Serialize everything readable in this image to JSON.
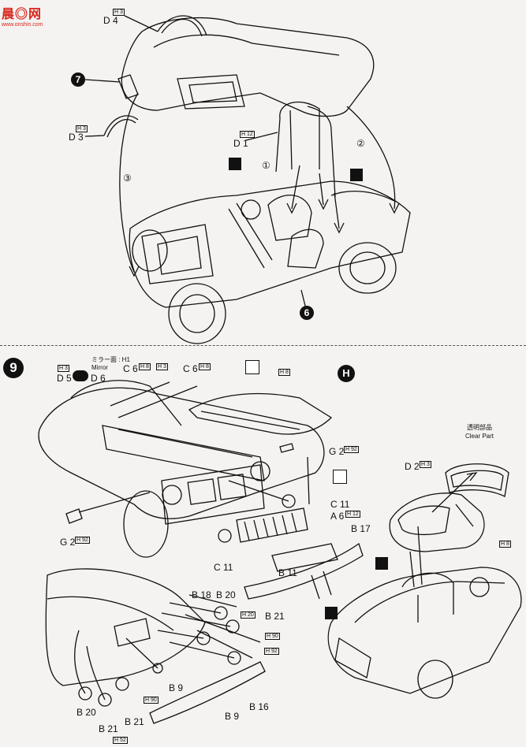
{
  "watermark": {
    "brand": "晨◎网",
    "url": "www.onshin.com"
  },
  "step8": {
    "parts": {
      "d4": "D 4",
      "d4_h": "H 3",
      "d3": "D 3",
      "d3_h": "H 3",
      "d1": "D 1",
      "d1_h": "H 12"
    },
    "markers": {
      "seven": "7",
      "six": "6"
    },
    "arrows": {
      "one": "①",
      "two": "②",
      "three": "③"
    }
  },
  "step9": {
    "number": "9",
    "h_marker": "H",
    "mirror_note": "ミラー面 : H",
    "mirror_h": "1",
    "mirror_en": "Mirror",
    "clear_jp": "透明部品",
    "clear_en": "Clear Part",
    "parts": {
      "d5": "D 5",
      "d5_h": "H 3",
      "d6": "D 6",
      "c6a": "C 6",
      "c6a_h": "H 8",
      "c6b_h": "H 3",
      "c6c": "C 6",
      "c6c_h": "H 8",
      "hood_h": "H 8",
      "g2a": "G 2",
      "g2a_h": "H 92",
      "c11a": "C 11",
      "a6": "A 6",
      "a6_h": "H 12",
      "b17": "B 17",
      "g2b": "G 2",
      "g2b_h": "H 92",
      "c11b": "C 11",
      "b11": "B 11",
      "d2": "D 2",
      "d2_h": "H 3",
      "h8_top": "H 8",
      "b18": "B 18",
      "b20a": "B 20",
      "h20a": "H 20",
      "b21a": "B 21",
      "h90a": "H 90",
      "h92": "H 92",
      "b9a": "B 9",
      "b9b": "B 9",
      "b16": "B 16",
      "b20b": "B 20",
      "h90b": "H 90",
      "b21b": "B 21",
      "b21c": "B 21",
      "h52": "H 52"
    }
  }
}
